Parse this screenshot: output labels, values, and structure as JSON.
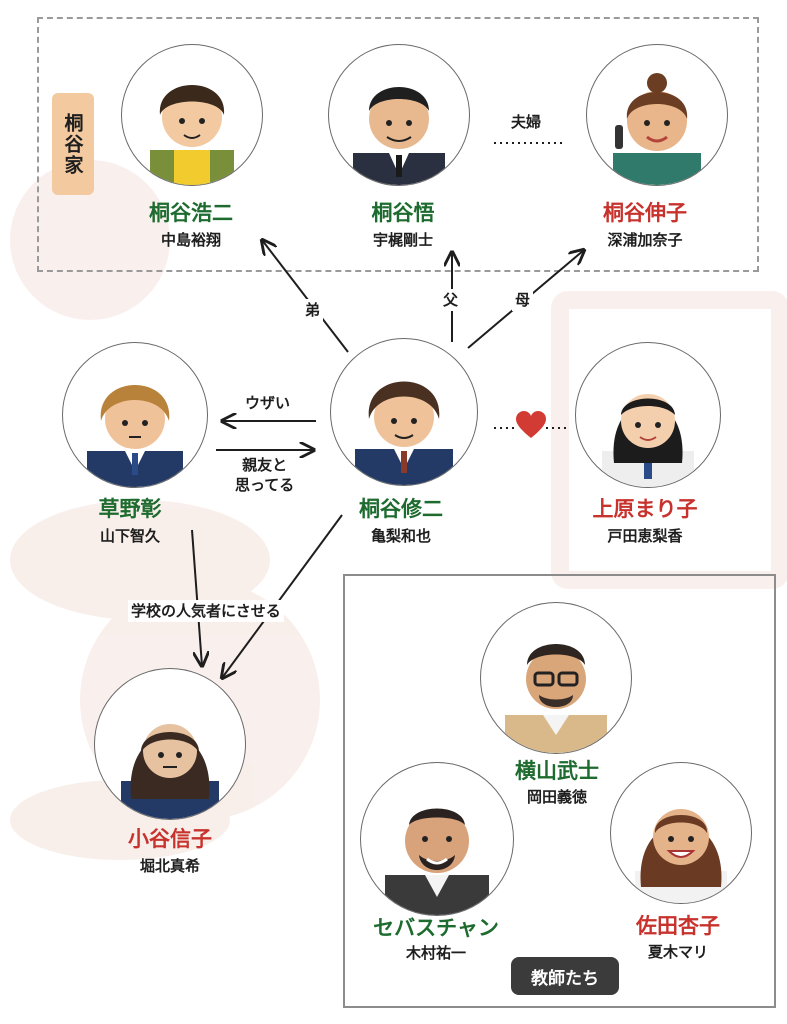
{
  "groups": {
    "family_label": "桐谷家",
    "teachers_label": "教師たち"
  },
  "relations": {
    "couple": "夫婦",
    "younger_brother": "弟",
    "father": "父",
    "mother": "母",
    "annoying": "ウザい",
    "best_friend": "親友と\n思ってる",
    "make_popular": "学校の人気者にさせる",
    "love": "heart-icon"
  },
  "characters": [
    {
      "role": "桐谷浩二",
      "actor": "中島裕翔",
      "color": "#1d6b2e"
    },
    {
      "role": "桐谷悟",
      "actor": "宇梶剛士",
      "color": "#1d6b2e"
    },
    {
      "role": "桐谷伸子",
      "actor": "深浦加奈子",
      "color": "#c8322d"
    },
    {
      "role": "草野彰",
      "actor": "山下智久",
      "color": "#1d6b2e"
    },
    {
      "role": "桐谷修二",
      "actor": "亀梨和也",
      "color": "#1d6b2e"
    },
    {
      "role": "上原まり子",
      "actor": "戸田恵梨香",
      "color": "#c8322d"
    },
    {
      "role": "小谷信子",
      "actor": "堀北真希",
      "color": "#c8322d"
    },
    {
      "role": "横山武士",
      "actor": "岡田義徳",
      "color": "#1d6b2e"
    },
    {
      "role": "セバスチャン",
      "actor": "木村祐一",
      "color": "#1d6b2e"
    },
    {
      "role": "佐田杏子",
      "actor": "夏木マリ",
      "color": "#c8322d"
    }
  ]
}
